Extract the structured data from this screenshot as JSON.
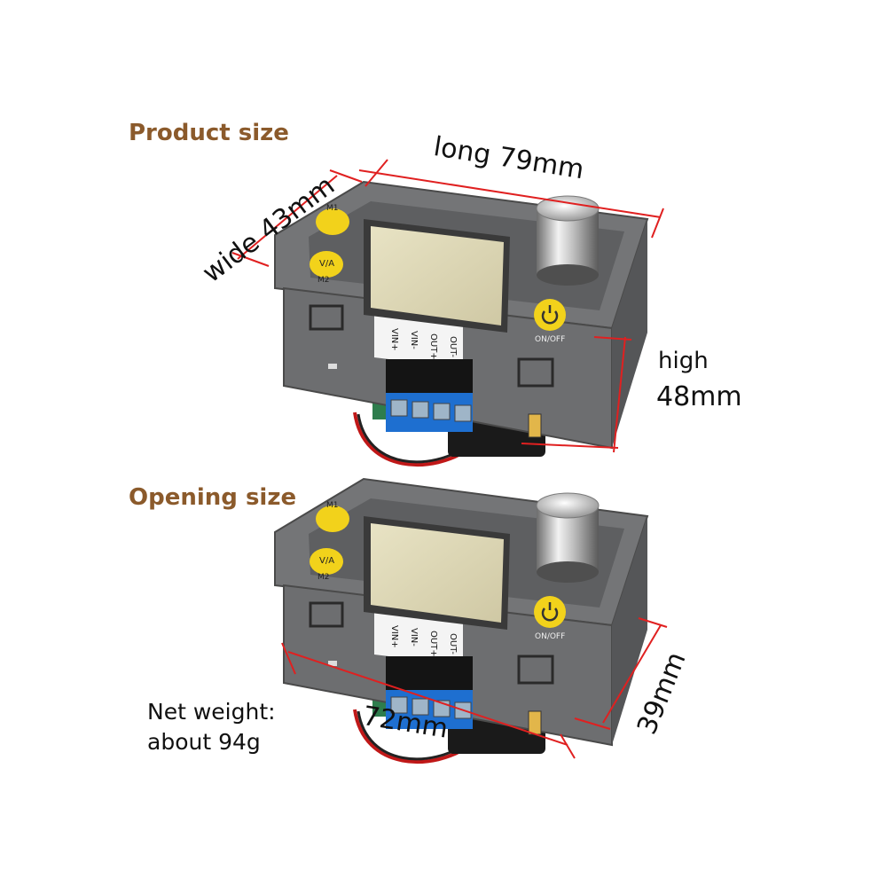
{
  "product": {
    "title": "Product size",
    "long_label": "long 79mm",
    "wide_label": "wide 43mm",
    "high_word": "high",
    "high_value": "48mm"
  },
  "opening": {
    "title": "Opening size",
    "width_label": "72mm",
    "height_label": "39mm"
  },
  "weight": {
    "line1": "Net weight:",
    "line2": "about 94g"
  },
  "device": {
    "button_m1": "M1",
    "button_va": "V/A",
    "button_m2": "M2",
    "power_label": "ON/OFF",
    "terminal_labels": [
      "VIN+",
      "VIN-",
      "OUT+",
      "OUT-"
    ]
  },
  "colors": {
    "title_text": "#8b5a2b",
    "dimension_line": "#e02020",
    "button_yellow": "#f2d21b",
    "terminal_blue": "#1e6fd0",
    "case_gray": "#6e6f71"
  }
}
